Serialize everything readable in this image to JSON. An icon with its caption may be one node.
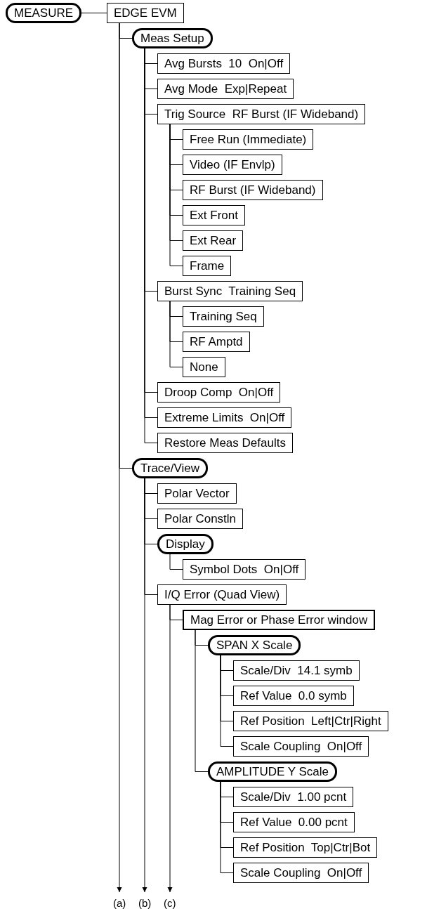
{
  "diagram": {
    "nodes": [
      {
        "text": [
          "MEASURE"
        ]
      },
      {
        "text": [
          "EDGE EVM"
        ]
      },
      {
        "text": [
          "Meas Setup"
        ]
      },
      {
        "text": [
          "Avg Bursts  10  On|Off"
        ]
      },
      {
        "text": [
          "Avg Mode  Exp|Repeat"
        ]
      },
      {
        "text": [
          "Trig Source  RF Burst (IF Wideband)"
        ]
      },
      {
        "text": [
          "Free Run (Immediate)"
        ]
      },
      {
        "text": [
          "Video (IF Envlp)"
        ]
      },
      {
        "text": [
          "RF Burst (IF Wideband)"
        ]
      },
      {
        "text": [
          "Ext Front"
        ]
      },
      {
        "text": [
          "Ext Rear"
        ]
      },
      {
        "text": [
          "Frame"
        ]
      },
      {
        "text": [
          "Burst Sync  Training Seq"
        ]
      },
      {
        "text": [
          "Training Seq"
        ]
      },
      {
        "text": [
          "RF Amptd"
        ]
      },
      {
        "text": [
          "None"
        ]
      },
      {
        "text": [
          "Droop Comp  On|Off"
        ]
      },
      {
        "text": [
          "Extreme Limits  On|Off"
        ]
      },
      {
        "text": [
          "Restore Meas Defaults"
        ]
      },
      {
        "text": [
          "Trace/View"
        ]
      },
      {
        "text": [
          "Polar Vector"
        ]
      },
      {
        "text": [
          "Polar Constln"
        ]
      },
      {
        "text": [
          "Display"
        ]
      },
      {
        "text": [
          "Symbol Dots  On|Off"
        ]
      },
      {
        "text": [
          "I/Q Error (Quad View)"
        ]
      },
      {
        "text": [
          "Mag Error or Phase Error window"
        ]
      },
      {
        "text": [
          "SPAN X Scale"
        ]
      },
      {
        "text": [
          "Scale/Div  14.1 symb"
        ]
      },
      {
        "text": [
          "Ref Value  0.0 symb"
        ]
      },
      {
        "text": [
          "Ref Position  Left|Ctr|Right"
        ]
      },
      {
        "text": [
          "Scale Coupling  On|Off"
        ]
      },
      {
        "text": [
          "AMPLITUDE Y Scale"
        ]
      },
      {
        "text": [
          "Scale/Div  1.00 pcnt"
        ]
      },
      {
        "text": [
          "Ref Value  0.00 pcnt"
        ]
      },
      {
        "text": [
          "Ref Position  Top|Ctr|Bot"
        ]
      },
      {
        "text": [
          "Scale Coupling  On|Off"
        ]
      },
      {
        "text": [
          "(a)"
        ]
      },
      {
        "text": [
          "(b)"
        ]
      },
      {
        "text": [
          "(c)"
        ]
      }
    ],
    "edges": [
      {
        "from": 0,
        "to": 1,
        "arrow": "none"
      },
      {
        "from": 1,
        "to": 2,
        "arrow": "none"
      },
      {
        "from": 2,
        "to": 3,
        "arrow": "none"
      },
      {
        "from": 2,
        "to": 4,
        "arrow": "none"
      },
      {
        "from": 2,
        "to": 5,
        "arrow": "none"
      },
      {
        "from": 5,
        "to": 6,
        "arrow": "none"
      },
      {
        "from": 5,
        "to": 7,
        "arrow": "none"
      },
      {
        "from": 5,
        "to": 8,
        "arrow": "none"
      },
      {
        "from": 5,
        "to": 9,
        "arrow": "none"
      },
      {
        "from": 5,
        "to": 10,
        "arrow": "none"
      },
      {
        "from": 5,
        "to": 11,
        "arrow": "none"
      },
      {
        "from": 2,
        "to": 12,
        "arrow": "none"
      },
      {
        "from": 12,
        "to": 13,
        "arrow": "none"
      },
      {
        "from": 12,
        "to": 14,
        "arrow": "none"
      },
      {
        "from": 12,
        "to": 15,
        "arrow": "none"
      },
      {
        "from": 2,
        "to": 16,
        "arrow": "none"
      },
      {
        "from": 2,
        "to": 17,
        "arrow": "none"
      },
      {
        "from": 2,
        "to": 18,
        "arrow": "none"
      },
      {
        "from": 1,
        "to": 19,
        "arrow": "none"
      },
      {
        "from": 19,
        "to": 20,
        "arrow": "none"
      },
      {
        "from": 19,
        "to": 21,
        "arrow": "none"
      },
      {
        "from": 19,
        "to": 22,
        "arrow": "none"
      },
      {
        "from": 22,
        "to": 23,
        "arrow": "none"
      },
      {
        "from": 19,
        "to": 24,
        "arrow": "none"
      },
      {
        "from": 24,
        "to": 25,
        "arrow": "none"
      },
      {
        "from": 25,
        "to": 26,
        "arrow": "none"
      },
      {
        "from": 26,
        "to": 27,
        "arrow": "none"
      },
      {
        "from": 26,
        "to": 28,
        "arrow": "none"
      },
      {
        "from": 26,
        "to": 29,
        "arrow": "none"
      },
      {
        "from": 26,
        "to": 30,
        "arrow": "none"
      },
      {
        "from": 25,
        "to": 31,
        "arrow": "none"
      },
      {
        "from": 31,
        "to": 32,
        "arrow": "none"
      },
      {
        "from": 31,
        "to": 33,
        "arrow": "none"
      },
      {
        "from": 31,
        "to": 34,
        "arrow": "none"
      },
      {
        "from": 31,
        "to": 35,
        "arrow": "none"
      },
      {
        "from": 1,
        "to": 36,
        "arrow": "to"
      },
      {
        "from": 19,
        "to": 37,
        "arrow": "to"
      },
      {
        "from": 24,
        "to": 38,
        "arrow": "to"
      }
    ]
  }
}
